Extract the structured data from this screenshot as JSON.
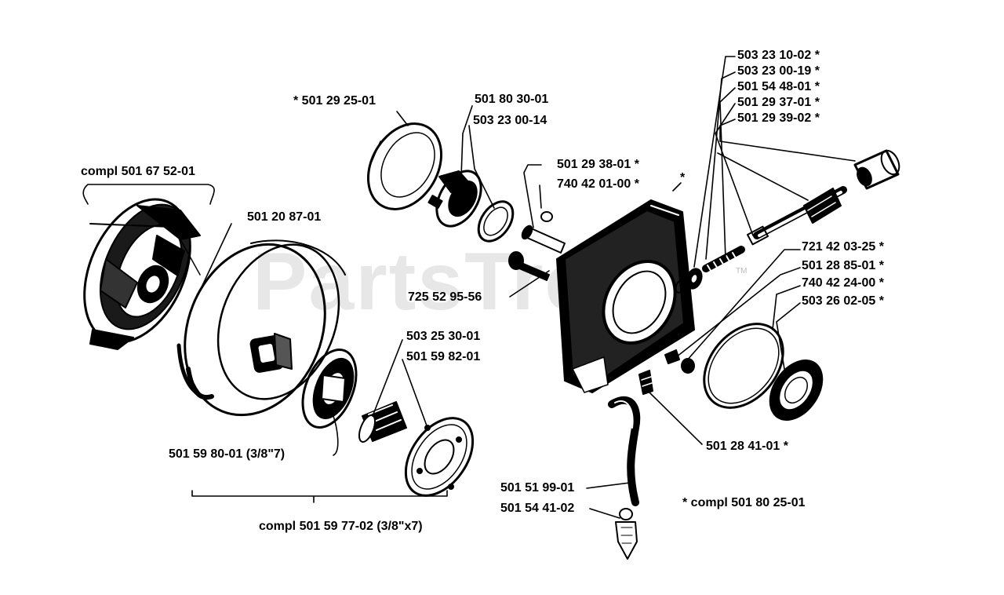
{
  "watermark": {
    "text": "PartsTree",
    "tm": "TM"
  },
  "labels": {
    "l01": "*  501 29 25-01",
    "l02": "501 80 30-01",
    "l03": "503 23 00-14",
    "l04": "compl 501 67 52-01",
    "l05": "501 20 87-01",
    "l06": "501 29 38-01  *",
    "l07": "740 42 01-00  *",
    "l08": "503 23 10-02  *",
    "l09": "503 23 00-19  *",
    "l10": "501 54 48-01  *",
    "l11": "501 29 37-01  *",
    "l12": "501 29 39-02  *",
    "l13": "725 52 95-56",
    "l14": "721 42 03-25  *",
    "l15": "501 28 85-01  *",
    "l16": "740 42 24-00  *",
    "l17": "503 26 02-05  *",
    "l18": "503 25 30-01",
    "l19": "501 59 82-01",
    "l20": "501 59 80-01 (3/8\"7)",
    "l21": "compl 501 59 77-02 (3/8\"x7)",
    "l22": "501 28 41-01  *",
    "l23": "501 51 99-01",
    "l24": "501 54 41-02",
    "l25": "*  compl 501 80 25-01",
    "l26": "*"
  },
  "colors": {
    "ink": "#000000",
    "paper": "#ffffff",
    "watermark": "#d4d4d4"
  }
}
